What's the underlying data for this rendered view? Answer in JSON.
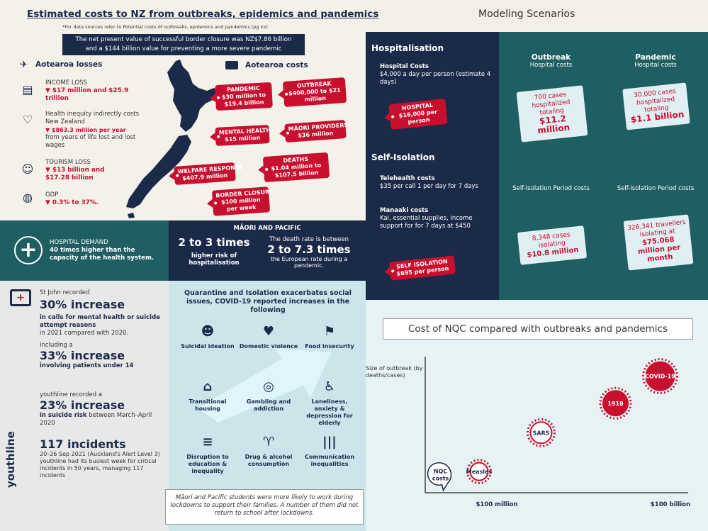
{
  "title": "Estimated costs to NZ from outbreaks, epidemics and pandemics",
  "subnote": "*For data sources refer to Potential costs of outbreaks, epidemics and pandemics (pg xx)",
  "npv_line1": "The net present value of successful border closure was NZ$7.86 billion",
  "npv_line2": "and a $144 billion value for preventing a more severe pandemic",
  "losses": {
    "heading": "Aotearoa losses",
    "items": [
      {
        "icon": "briefcase-icon",
        "label": "INCOME LOSS",
        "value": "▼ $17 million and $25.9 trillion"
      },
      {
        "icon": "heart-pulse-icon",
        "label": "Health inequity indirectly costs New Zealand",
        "value": "▼ $863.3 million per year",
        "label2": "from years of life lost and lost wages"
      },
      {
        "icon": "passport-icon",
        "label": "TOURISM LOSS",
        "value": "▼ $13 billion and $17.28 billion"
      },
      {
        "icon": "globe-icon",
        "label": "GDP",
        "value": "▼ 0.3% to 37%."
      }
    ]
  },
  "costs": {
    "heading": "Aotearoa costs",
    "tags": [
      {
        "title": "PANDEMIC",
        "value": "$30 million to $19.4 billion"
      },
      {
        "title": "OUTBREAK",
        "value": "$400,000 to $21 million"
      },
      {
        "title": "MENTAL HEALTH",
        "value": "$15 million"
      },
      {
        "title": "MĀORI PROVIDERS",
        "value": "$36 million"
      },
      {
        "title": "DEATHS",
        "value": "$1.04 million to $107.5 billion"
      },
      {
        "title": "WELFARE RESPONSE",
        "value": "$407.9 million"
      },
      {
        "title": "BORDER CLOSURE",
        "value": "$100 million per week"
      }
    ]
  },
  "hospital_demand": {
    "label": "HOSPITAL DEMAND",
    "text": "40 times higher than the capacity of the health system."
  },
  "maori_pacific": {
    "heading": "MĀORI AND PACIFIC",
    "big1": "2 to 3 times",
    "sub1": "higher risk of hospitalisation",
    "pre2": "The death rate is between",
    "big2": "2 to 7.3 times",
    "sub2": "the European rate during a pandemic."
  },
  "stjohn": {
    "intro": "St John recorded",
    "big1": "30% increase",
    "text1a": "in calls for mental health or suicide attempt reasons",
    "text1b": "in 2021 compared with 2020.",
    "intro2": "Including a",
    "big2": "33% increase",
    "text2": "involving patients under 14"
  },
  "youthline": {
    "logo": "youthline",
    "intro": "youthline recorded a",
    "big1": "23% increase",
    "text1a": "in suicide risk",
    "text1b": "between March–April 2020",
    "big2": "117 incidents",
    "text2": "20–26 Sep 2021 (Auckland's Alert Level 3) youthline had its busiest week for critical incidents in 50 years, managing 117 incidents"
  },
  "quarantine": {
    "heading": "Quarantine and Isolation exacerbates social issues, COVID-19 reported increases in the following",
    "issues": [
      {
        "icon": "brain-icon",
        "label": "Suicidal ideation"
      },
      {
        "icon": "broken-heart-icon",
        "label": "Domestic violence"
      },
      {
        "icon": "food-icon",
        "label": "Food insecurity"
      },
      {
        "icon": "house-icon",
        "label": "Transitional housing"
      },
      {
        "icon": "coins-icon",
        "label": "Gambling and addiction"
      },
      {
        "icon": "elderly-icon",
        "label": "Loneliness, anxiety & depression for elderly"
      },
      {
        "icon": "books-icon",
        "label": "Disruption to education & inequality"
      },
      {
        "icon": "wine-glass-icon",
        "label": "Drug & alcohol consumption"
      },
      {
        "icon": "soundwave-icon",
        "label": "Communication inequalities"
      }
    ],
    "footer": "Māori and Pacific students were more likely to work during lockdowns to support their families. A number of them did not return to school after lockdowns."
  },
  "modeling": {
    "title": "Modeling Scenarios",
    "hospitalisation": {
      "heading": "Hospitalisation",
      "bullet_title": "Hospital Costs",
      "bullet_text": "$4,000 a day per person (estimate 4 days)",
      "tag_title": "HOSPITAL",
      "tag_value": "$16,000 per person"
    },
    "self_isolation": {
      "heading": "Self-Isolation",
      "b1_title": "Telehealth costs",
      "b1_text": "$35 per call 1 per day for 7 days",
      "b2_title": "Manaaki costs",
      "b2_text": "Kai, essential supplies, income support for for 7 days at $450",
      "tag_title": "SELF ISOLATION",
      "tag_value": "$695 per person"
    },
    "outbreak": {
      "heading": "Outbreak",
      "sub": "Hospital costs",
      "note": "700 cases hospitalized totaling",
      "note_big": "$11.2 million",
      "iso_sub": "Self-Isolation Period costs",
      "iso_note": "8,348 cases isolating",
      "iso_big": "$10.8 million"
    },
    "pandemic": {
      "heading": "Pandemic",
      "sub": "Hospital costs",
      "note": "30,000 cases hospitalized totaling",
      "note_big": "$1.1 billion",
      "iso_sub": "Self-Isolation Period costs",
      "iso_note": "326,341 travellers isolating at",
      "iso_big": "$75.068 million per month"
    }
  },
  "chart_data": {
    "type": "scatter",
    "title": "Cost of NQC compared with outbreaks and pandemics",
    "ylabel": "Size of outbreak (by deaths/cases)",
    "x_ticks": [
      "$100 million",
      "$100 billion"
    ],
    "points": [
      {
        "label": "NQC costs",
        "x": 0.05,
        "y": 0.08
      },
      {
        "label": "Measles",
        "x": 0.2,
        "y": 0.12
      },
      {
        "label": "SARS",
        "x": 0.45,
        "y": 0.45
      },
      {
        "label": "1918",
        "x": 0.75,
        "y": 0.7
      },
      {
        "label": "COVID-19",
        "x": 0.93,
        "y": 0.93
      }
    ]
  },
  "colors": {
    "navy": "#1c2a4a",
    "teal": "#1f5f63",
    "red": "#c8102e",
    "light_blue": "#cbe5eb"
  }
}
